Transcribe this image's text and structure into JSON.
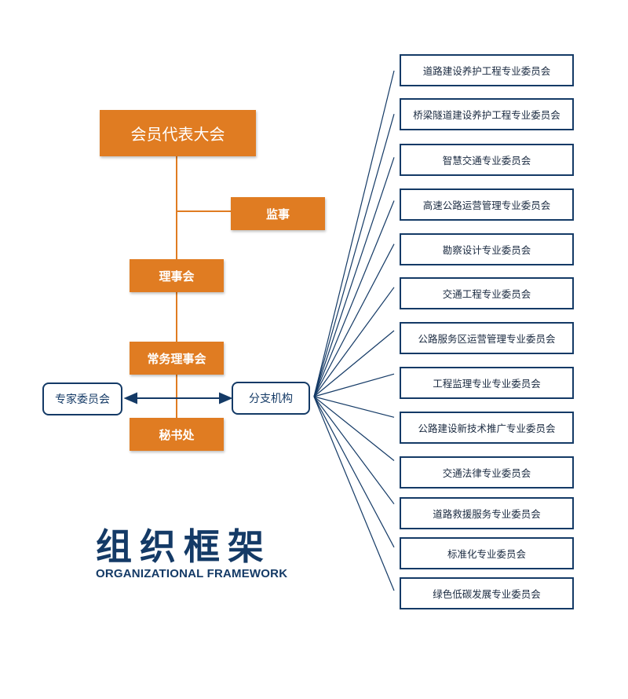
{
  "orgchart": {
    "assembly": "会员代表大会",
    "supervisor": "监事",
    "council": "理事会",
    "standing_council": "常务理事会",
    "secretariat": "秘书处",
    "expert_committee": "专家委员会",
    "branches": "分支机构"
  },
  "committees": [
    "道路建设养护工程专业委员会",
    "桥梁隧道建设养护工程专业委员会",
    "智慧交通专业委员会",
    "高速公路运营管理专业委员会",
    "勘察设计专业委员会",
    "交通工程专业委员会",
    "公路服务区运营管理专业委员会",
    "工程监理专业专业委员会",
    "公路建设新技术推广专业委员会",
    "交通法律专业委员会",
    "道路救援服务专业委员会",
    "标准化专业委员会",
    "绿色低碳发展专业委员会"
  ],
  "title": {
    "cn": "组织框架",
    "en": "ORGANIZATIONAL FRAMEWORK"
  },
  "colors": {
    "orange": "#e07c22",
    "navy": "#143a66"
  }
}
